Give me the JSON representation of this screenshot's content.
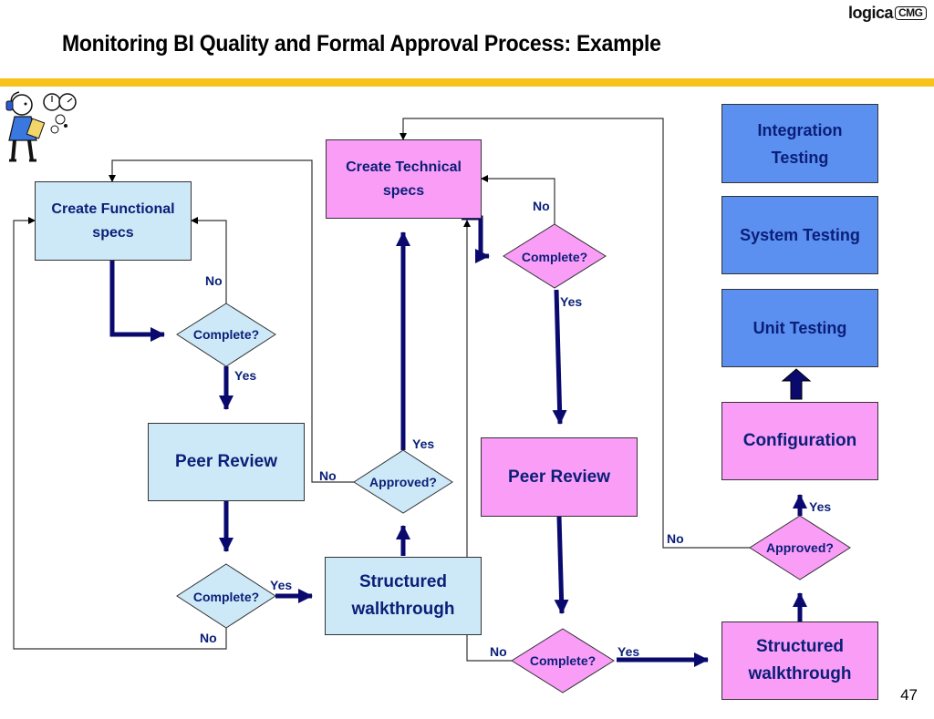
{
  "header": {
    "title": "Monitoring BI Quality and Formal Approval Process: Example",
    "logo_text": "logica",
    "logo_badge": "CMG"
  },
  "page_number": "47",
  "boxes": {
    "create_functional_line1": "Create Functional",
    "create_functional_line2": "specs",
    "peer_review_left": "Peer Review",
    "create_technical_line1": "Create Technical",
    "create_technical_line2": "specs",
    "structured_walkthrough_mid_line1": "Structured",
    "structured_walkthrough_mid_line2": "walkthrough",
    "peer_review_right": "Peer Review",
    "structured_walkthrough_right_line1": "Structured",
    "structured_walkthrough_right_line2": "walkthrough",
    "configuration": "Configuration",
    "unit_testing": "Unit Testing",
    "system_testing": "System Testing",
    "integration_testing_line1": "Integration",
    "integration_testing_line2": "Testing"
  },
  "decisions": {
    "complete_1": "Complete?",
    "complete_2": "Complete?",
    "approved_1": "Approved?",
    "complete_3": "Complete?",
    "complete_4": "Complete?",
    "approved_2": "Approved?"
  },
  "labels": {
    "no": "No",
    "yes": "Yes"
  },
  "colors": {
    "light_box": "#cde8f7",
    "pink_box": "#fa9df7",
    "blue_box": "#5b8ff0",
    "arrow": "#0a0a6e",
    "accent_bar": "#f7c21b",
    "text": "#0a1f78"
  }
}
